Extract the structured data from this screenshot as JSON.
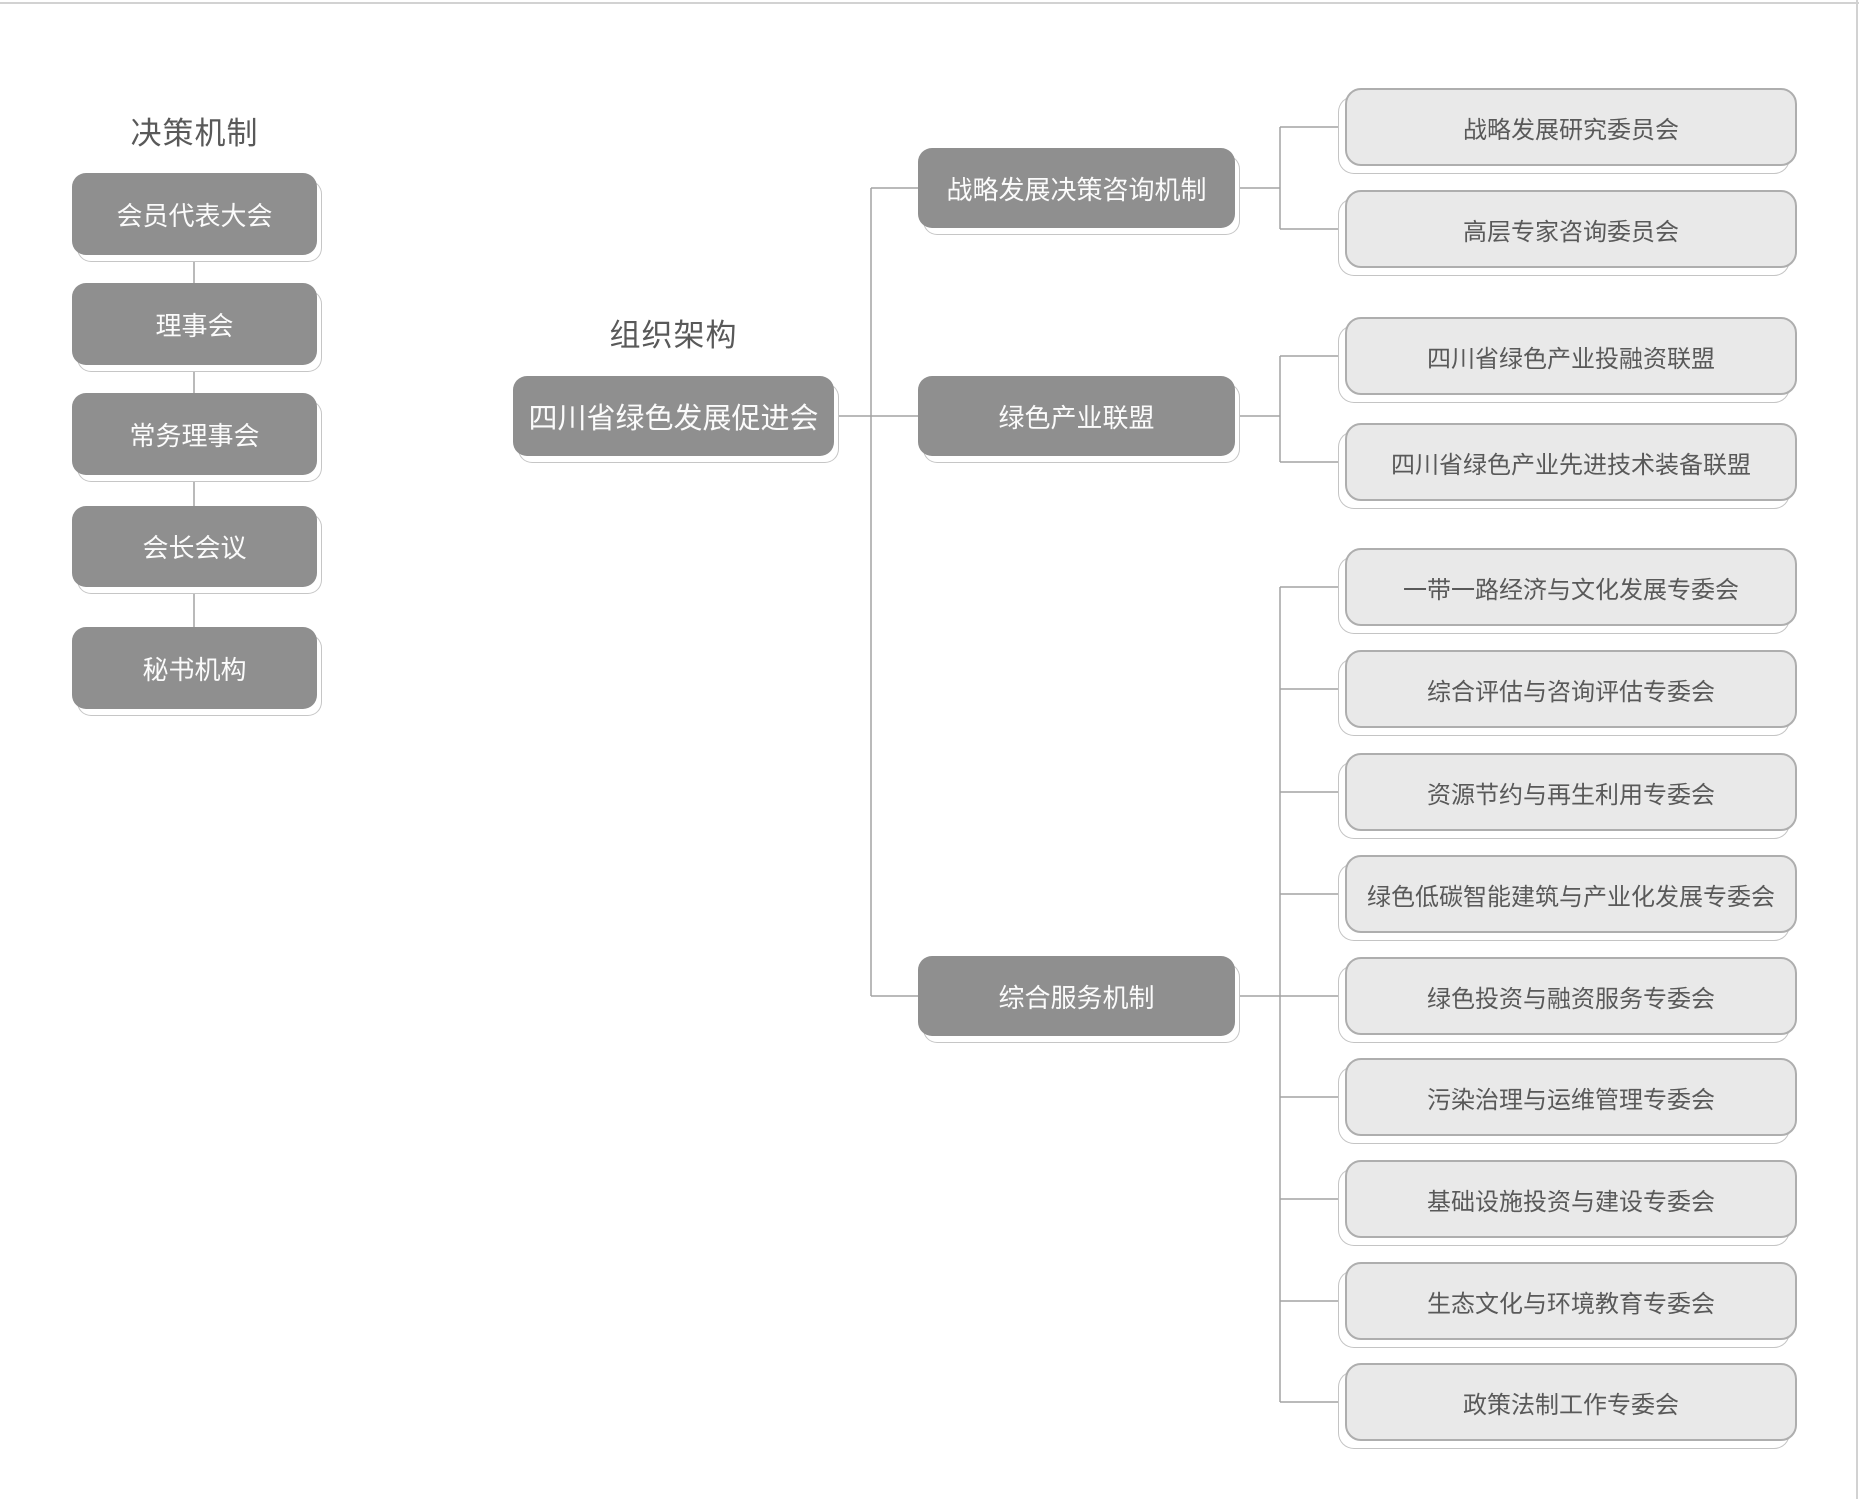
{
  "decision_mechanism": {
    "title": "决策机制",
    "nodes": [
      {
        "label": "会员代表大会"
      },
      {
        "label": "理事会"
      },
      {
        "label": "常务理事会"
      },
      {
        "label": "会长会议"
      },
      {
        "label": "秘书机构"
      }
    ]
  },
  "org_structure": {
    "title": "组织架构",
    "root": {
      "label": "四川省绿色发展促进会"
    },
    "branches": [
      {
        "label": "战略发展决策咨询机制",
        "children": [
          {
            "label": "战略发展研究委员会"
          },
          {
            "label": "高层专家咨询委员会"
          }
        ]
      },
      {
        "label": "绿色产业联盟",
        "children": [
          {
            "label": "四川省绿色产业投融资联盟"
          },
          {
            "label": "四川省绿色产业先进技术装备联盟"
          }
        ]
      },
      {
        "label": "综合服务机制",
        "children": [
          {
            "label": "一带一路经济与文化发展专委会"
          },
          {
            "label": "综合评估与咨询评估专委会"
          },
          {
            "label": "资源节约与再生利用专委会"
          },
          {
            "label": "绿色低碳智能建筑与产业化发展专委会"
          },
          {
            "label": "绿色投资与融资服务专委会"
          },
          {
            "label": "污染治理与运维管理专委会"
          },
          {
            "label": "基础设施投资与建设专委会"
          },
          {
            "label": "生态文化与环境教育专委会"
          },
          {
            "label": "政策法制工作专委会"
          }
        ]
      }
    ]
  },
  "colors": {
    "node_fill": "#8f8f8f",
    "node_text": "#fbfbfb",
    "leaf_fill": "#e9e9e9",
    "leaf_border": "#aeaeae",
    "leaf_text": "#595959",
    "connector": "#a3a3a3",
    "title_text": "#595959",
    "edge_line": "#d2d2d2"
  }
}
